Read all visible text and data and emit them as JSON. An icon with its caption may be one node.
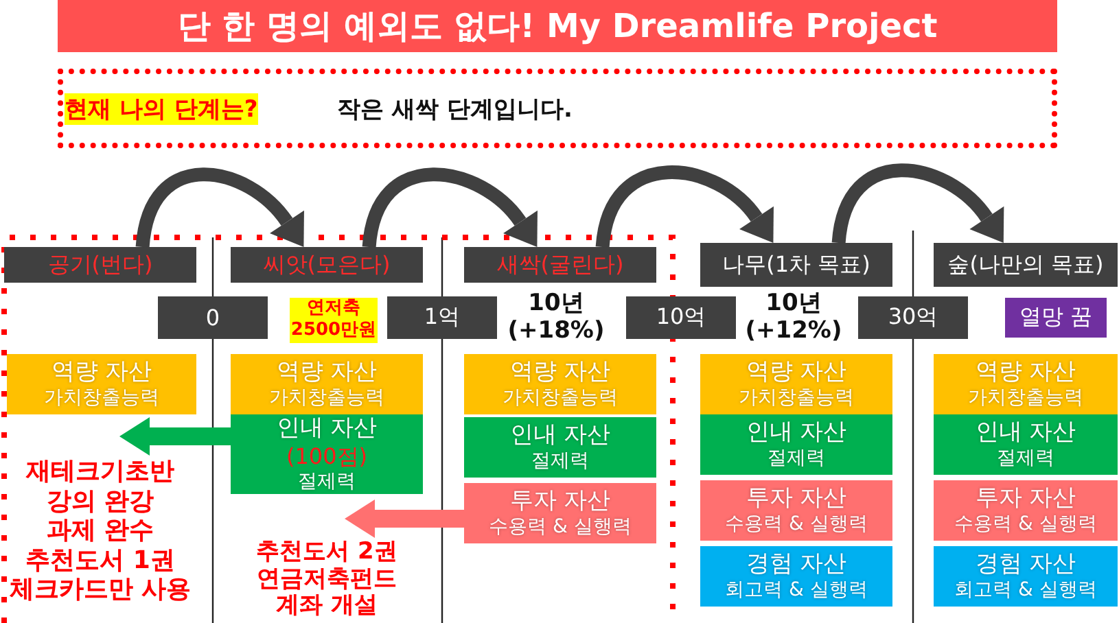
{
  "diagram": {
    "title": "단 한 명의 예외도 없다! My Dreamlife Project",
    "nodes": [
      {
        "text": [
          "현재 나의 단계는?",
          "작은 새싹 단계입니다."
        ]
      },
      {
        "text": [
          "공기(번다)"
        ]
      },
      {
        "text": [
          "씨앗(모은다)"
        ]
      },
      {
        "text": [
          "새싹(굴린다)"
        ]
      },
      {
        "text": [
          "나무(1차 목표)"
        ]
      },
      {
        "text": [
          "숲(나만의 목표)"
        ]
      },
      {
        "text": [
          "0"
        ]
      },
      {
        "text": [
          "1억"
        ]
      },
      {
        "text": [
          "10억"
        ]
      },
      {
        "text": [
          "30억"
        ]
      },
      {
        "text": [
          "열망 꿈"
        ]
      },
      {
        "text": [
          "역량 자산",
          "가치창출능력"
        ]
      },
      {
        "text": [
          "재테크기초반 강의 완강",
          "과제 완수",
          "추천도서 1권",
          "체크카드만 사용"
        ]
      },
      {
        "text": [
          "역량 자산",
          "가치창출능력"
        ]
      },
      {
        "text": [
          "인내 자산",
          "(100점)",
          "절제력"
        ]
      },
      {
        "text": [
          "추천도서 2권",
          "연금저축펀드 계좌 개설"
        ]
      },
      {
        "text": [
          "역량 자산",
          "가치창출능력"
        ]
      },
      {
        "text": [
          "인내 자산",
          "절제력"
        ]
      },
      {
        "text": [
          "투자 자산",
          "수용력 & 실행력"
        ]
      },
      {
        "text": [
          "역량 자산",
          "가치창출능력"
        ]
      },
      {
        "text": [
          "인내 자산",
          "절제력"
        ]
      },
      {
        "text": [
          "투자 자산",
          "수용력 & 실행력"
        ]
      },
      {
        "text": [
          "경험 자산",
          "회고력 & 실행력"
        ]
      },
      {
        "text": [
          "역량 자산",
          "가치창출능력"
        ]
      },
      {
        "text": [
          "인내 자산",
          "절제력"
        ]
      },
      {
        "text": [
          "투자 자산",
          "수용력 & 실행력"
        ]
      },
      {
        "text": [
          "경험 자산",
          "회고력 & 실행력"
        ]
      }
    ],
    "edges": [
      {
        "from": 1,
        "to": 2,
        "arrow": "to"
      },
      {
        "from": 2,
        "to": 3,
        "arrow": "to"
      },
      {
        "from": 3,
        "to": 4,
        "arrow": "to"
      },
      {
        "from": 4,
        "to": 5,
        "arrow": "to"
      },
      {
        "from": 14,
        "to": 12,
        "arrow": "to",
        "color": "#00b050"
      },
      {
        "from": 18,
        "to": 15,
        "arrow": "to",
        "color": "#ff7070"
      }
    ],
    "labels": [
      "연저축 2500만원",
      "10년 (+18%)",
      "10년 (+12%)"
    ]
  }
}
